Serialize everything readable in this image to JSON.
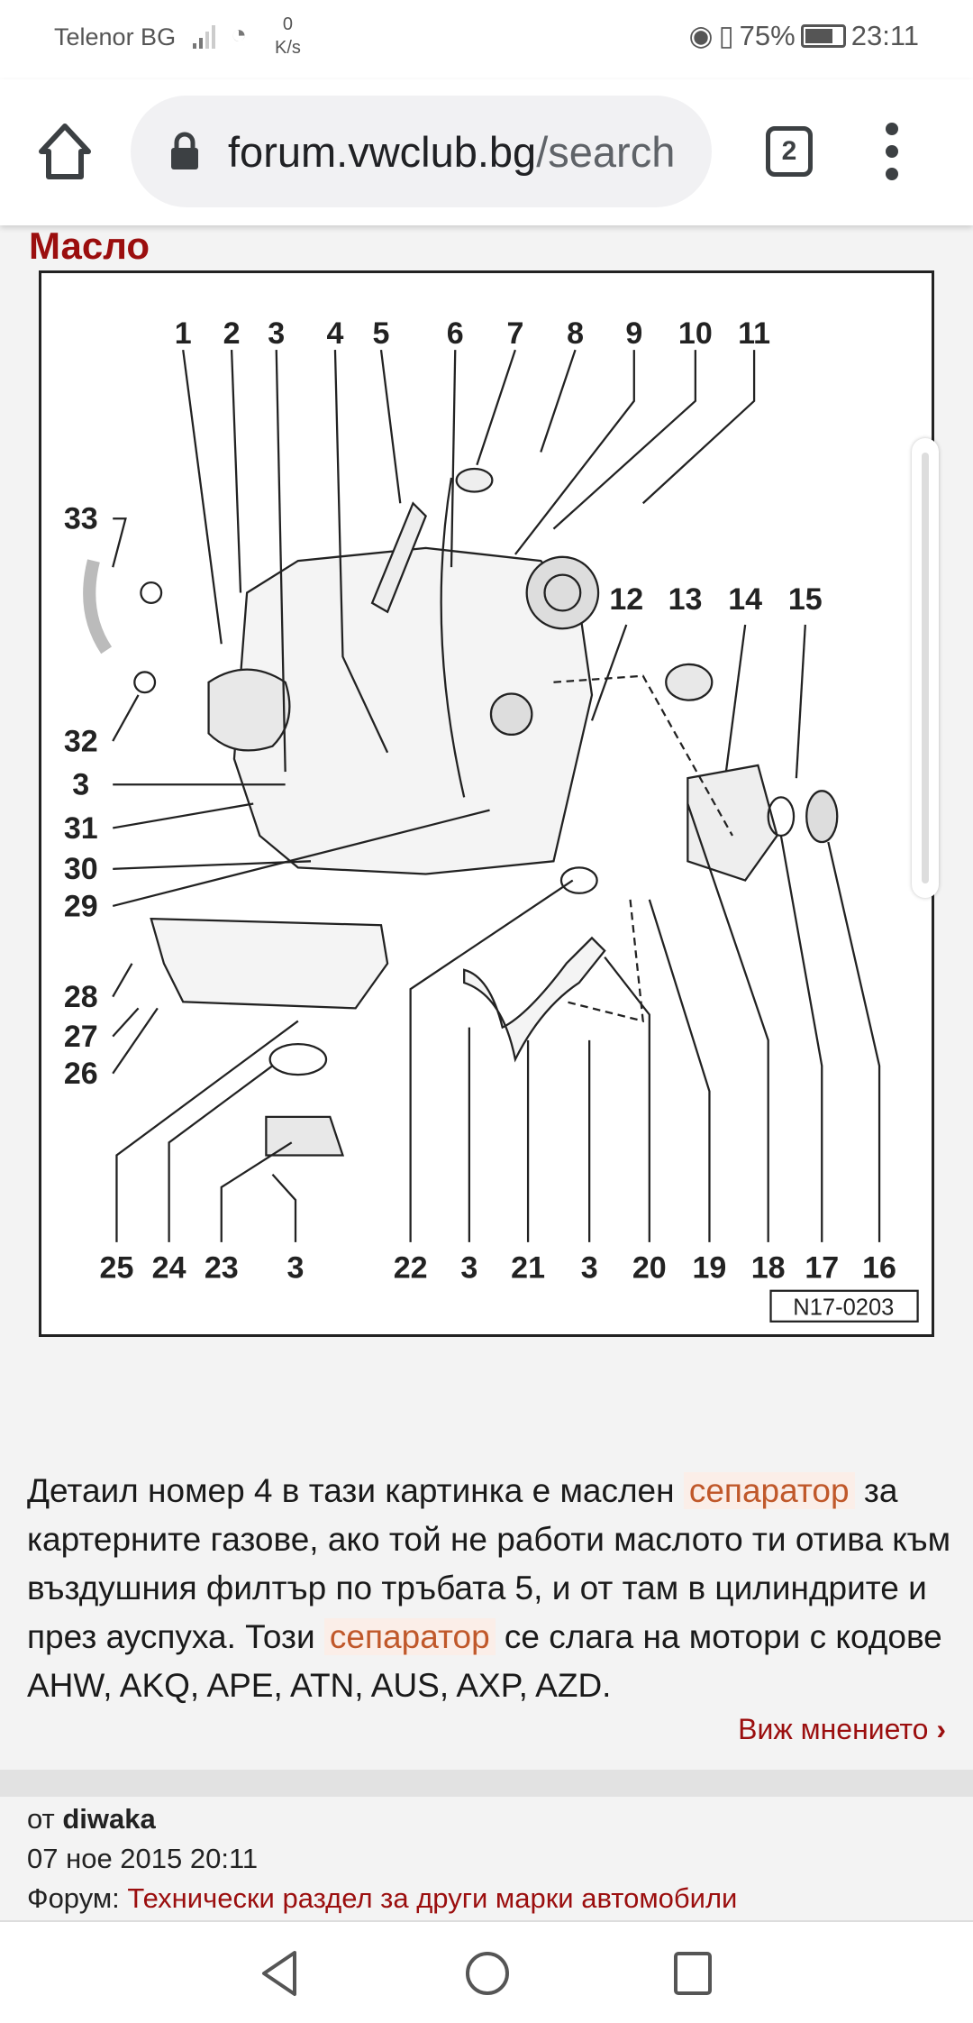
{
  "status_bar": {
    "carrier": "Telenor BG",
    "speed_value": "0",
    "speed_unit": "K/s",
    "battery": "75%",
    "time": "23:11"
  },
  "browser": {
    "url_domain": "forum.vwclub.bg",
    "url_path": "/search",
    "tab_count": "2"
  },
  "page": {
    "heading": "Масло"
  },
  "diagram": {
    "top_labels": [
      "1",
      "2",
      "3",
      "4",
      "5",
      "6",
      "7",
      "8",
      "9",
      "10",
      "11"
    ],
    "left_labels": [
      "33",
      "32",
      "3",
      "31",
      "30",
      "29",
      "28",
      "27",
      "26"
    ],
    "middle_labels": [
      "12",
      "13",
      "14",
      "15"
    ],
    "bottom_labels": [
      "25",
      "24",
      "23",
      "3",
      "22",
      "3",
      "21",
      "3",
      "20",
      "19",
      "18",
      "17",
      "16"
    ],
    "code": "N17-0203"
  },
  "post": {
    "text_1": "Детаил номер 4 в тази картинка е маслен ",
    "highlight_1": "сепаратор",
    "text_2": " за картерните газове, ако той не работи маслото ти отива към въздушния филтър по тръбата 5, и от там в цилиндрите и през ауспуха. Този ",
    "highlight_2": "сепаратор",
    "text_3": " се слага на мотори с кодове AHW, AKQ, APE, ATN, AUS, AXP, AZD.",
    "view_link": "Виж мнението",
    "chevron": "›"
  },
  "next_post": {
    "from_label": "от ",
    "author": "diwaka",
    "date": "07 ное 2015 20:11",
    "forum_label": "Форум: ",
    "forum_name": "Технически раздел за други марки автомобили"
  }
}
